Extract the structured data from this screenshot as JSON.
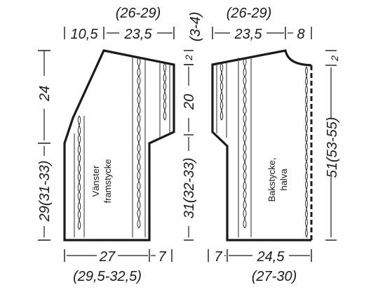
{
  "left_piece": {
    "name_line1": "Vänster",
    "name_line2": "framstycke",
    "top_width_sizes": "(26-29)",
    "top_segment_a": "10,5",
    "top_segment_b": "23,5",
    "shoulder_slope": "(3-4)",
    "shoulder_slope_small": "2",
    "armhole_depth": "24",
    "lower_length_sizes": "29(31-33)",
    "bottom_width": "27",
    "bottom_width_sizes": "(29,5-32,5)",
    "bottom_band": "7"
  },
  "middle": {
    "armhole_depth": "20",
    "lower_length_sizes": "31(32-33)"
  },
  "right_piece": {
    "name_line1": "Bakstycke,",
    "name_line2": "halva",
    "top_width_sizes": "(26-29)",
    "top_segment_a": "23,5",
    "top_segment_b": "8",
    "shoulder_slope": "2",
    "total_length_sizes": "51(53-55)",
    "bottom_band": "7",
    "bottom_width": "24,5",
    "bottom_width_sizes": "(27-30)"
  }
}
